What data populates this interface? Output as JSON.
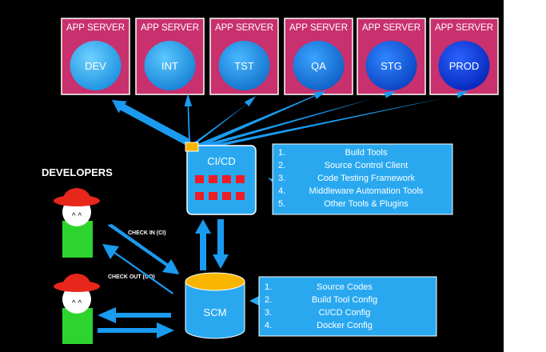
{
  "servers": [
    {
      "header": "APP SERVER",
      "env": "DEV"
    },
    {
      "header": "APP SERVER",
      "env": "INT"
    },
    {
      "header": "APP SERVER",
      "env": "TST"
    },
    {
      "header": "APP SERVER",
      "env": "QA"
    },
    {
      "header": "APP SERVER",
      "env": "STG"
    },
    {
      "header": "APP SERVER",
      "env": "PROD"
    }
  ],
  "cicd": {
    "label": "CI/CD",
    "list": [
      {
        "num": "1.",
        "text": "Build Tools"
      },
      {
        "num": "2.",
        "text": "Source Control Client"
      },
      {
        "num": "3.",
        "text": "Code Testing Framework"
      },
      {
        "num": "4.",
        "text": "Middleware Automation Tools"
      },
      {
        "num": "5.",
        "text": "Other Tools & Plugins"
      }
    ]
  },
  "scm": {
    "label": "SCM",
    "list": [
      {
        "num": "1.",
        "text": "Source Codes"
      },
      {
        "num": "2.",
        "text": "Build Tool Config"
      },
      {
        "num": "3.",
        "text": "CI/CD Config"
      },
      {
        "num": "4.",
        "text": "Docker Config"
      }
    ]
  },
  "developers": {
    "title": "DEVELOPERS",
    "face": "^ ^",
    "check_in": "CHECK IN (CI)",
    "check_out": "CHECK OUT (CO)"
  },
  "colors": {
    "background": "#000000",
    "server_box": "#c8306e",
    "arrow": "#1a9bf0",
    "cicd_box": "#29a8f0",
    "list_box": "#29a8f0",
    "red_square": "#ee1c24",
    "connector": "#f7b500",
    "scm_cap": "#f7b500",
    "scm_body": "#29a8f0",
    "hat": "#e8271c",
    "body": "#2ed42e"
  }
}
